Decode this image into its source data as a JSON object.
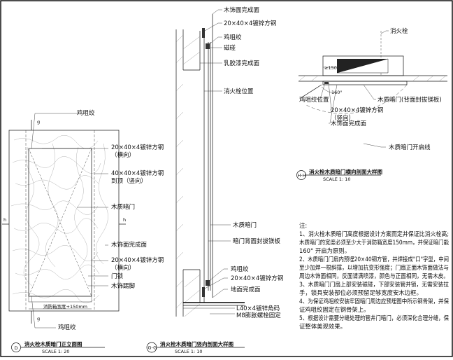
{
  "view_left": {
    "labels": {
      "hinge": "鸡咀绞",
      "steel_h": "20×40×4镀锌方钢",
      "steel_h_sub": "（横向）",
      "steel_v": "40×40×4镀锌方钢",
      "steel_v_sub": "到顶（竖向）",
      "door": "木质暗门",
      "wood_face": "木饰面完成面",
      "steel_h2": "20×40×4镀锌方钢",
      "steel_h2_sub": "（横向）",
      "lock": "门锁",
      "skirting": "木饰踢脚",
      "hinge_bottom": "鸡咀绞",
      "dim": "消防箱宽度+150mm",
      "axis_g": "g",
      "axis_h": "h"
    },
    "title": {
      "id": "D",
      "name": "消火栓木质暗门正立面图",
      "scale": "SCALE  1: 20"
    }
  },
  "view_middle": {
    "labels": {
      "wood_face": "木饰面完成面",
      "steel": "20×40×4镀锌方钢",
      "hinge": "鸡咀绞",
      "magnet": "磁碰",
      "paint_face": "乳胶漆完成面",
      "hydrant_pos": "消火栓位置",
      "door": "木质暗门",
      "fire_board": "暗门背面封拔镁板",
      "hinge2": "鸡咀绞",
      "steel2": "20×40×4镀锌方钢",
      "floor_face": "地面完成面",
      "angle": "L40×4镀锌角码",
      "bolt": "M8膨胀螺栓固定"
    },
    "title": {
      "id": "G-G",
      "name": "消火栓木质暗门竖向剖面大样图",
      "scale": "SCALE  1: 10"
    }
  },
  "view_right": {
    "labels": {
      "hydrant": "消火栓",
      "hinge_pos": "鸡咀绞位置",
      "steel": "20×40×4镀锌方钢",
      "steel_sub": "（竖向）",
      "wood_face": "木饰面完成面",
      "door_board": "木质暗门(背面封拔镁板)",
      "swing": "木质暗门开启线",
      "dim_150": "≥150",
      "angle_160": "160°"
    },
    "title": {
      "id": "H-H",
      "name": "消火栓木质暗门横向剖面大样图",
      "scale": "SCALE  1: 10"
    }
  },
  "notes": {
    "heading": "注:",
    "lines": [
      "1、消火栓木质暗门高度根据设计方案而定并保证比消火栓高;",
      "木质暗门的宽度必须至少大于消防箱宽度150mm，并保证暗门能",
      "160°  开启为原则。",
      "2、木质暗门门扇内预埋20×40钢方管，并焊接成\"口\"字型，中间",
      "至少加焊一根斜撑，以增加抗变形强度；门扇正面木饰面做法与",
      "周边木饰面相同，反面请满喷漆，颜色与正面相同，无需木皮。",
      "3、木质暗门门扇上部安装磁碰，下部安装管并锁，无需安装拉",
      "手，锁具安装部位必须预留足够宽度安木边框。",
      "4、为保证鸡咀绞安装牢固暗门周边应预埋图中所示钢骨架，并保",
      "证鸡咀绞固定在钢骨架上。",
      "5、根据设计需要分缝处理的管井门暗门，必须深化合理分缝，保",
      "证整体美观效果。"
    ]
  }
}
